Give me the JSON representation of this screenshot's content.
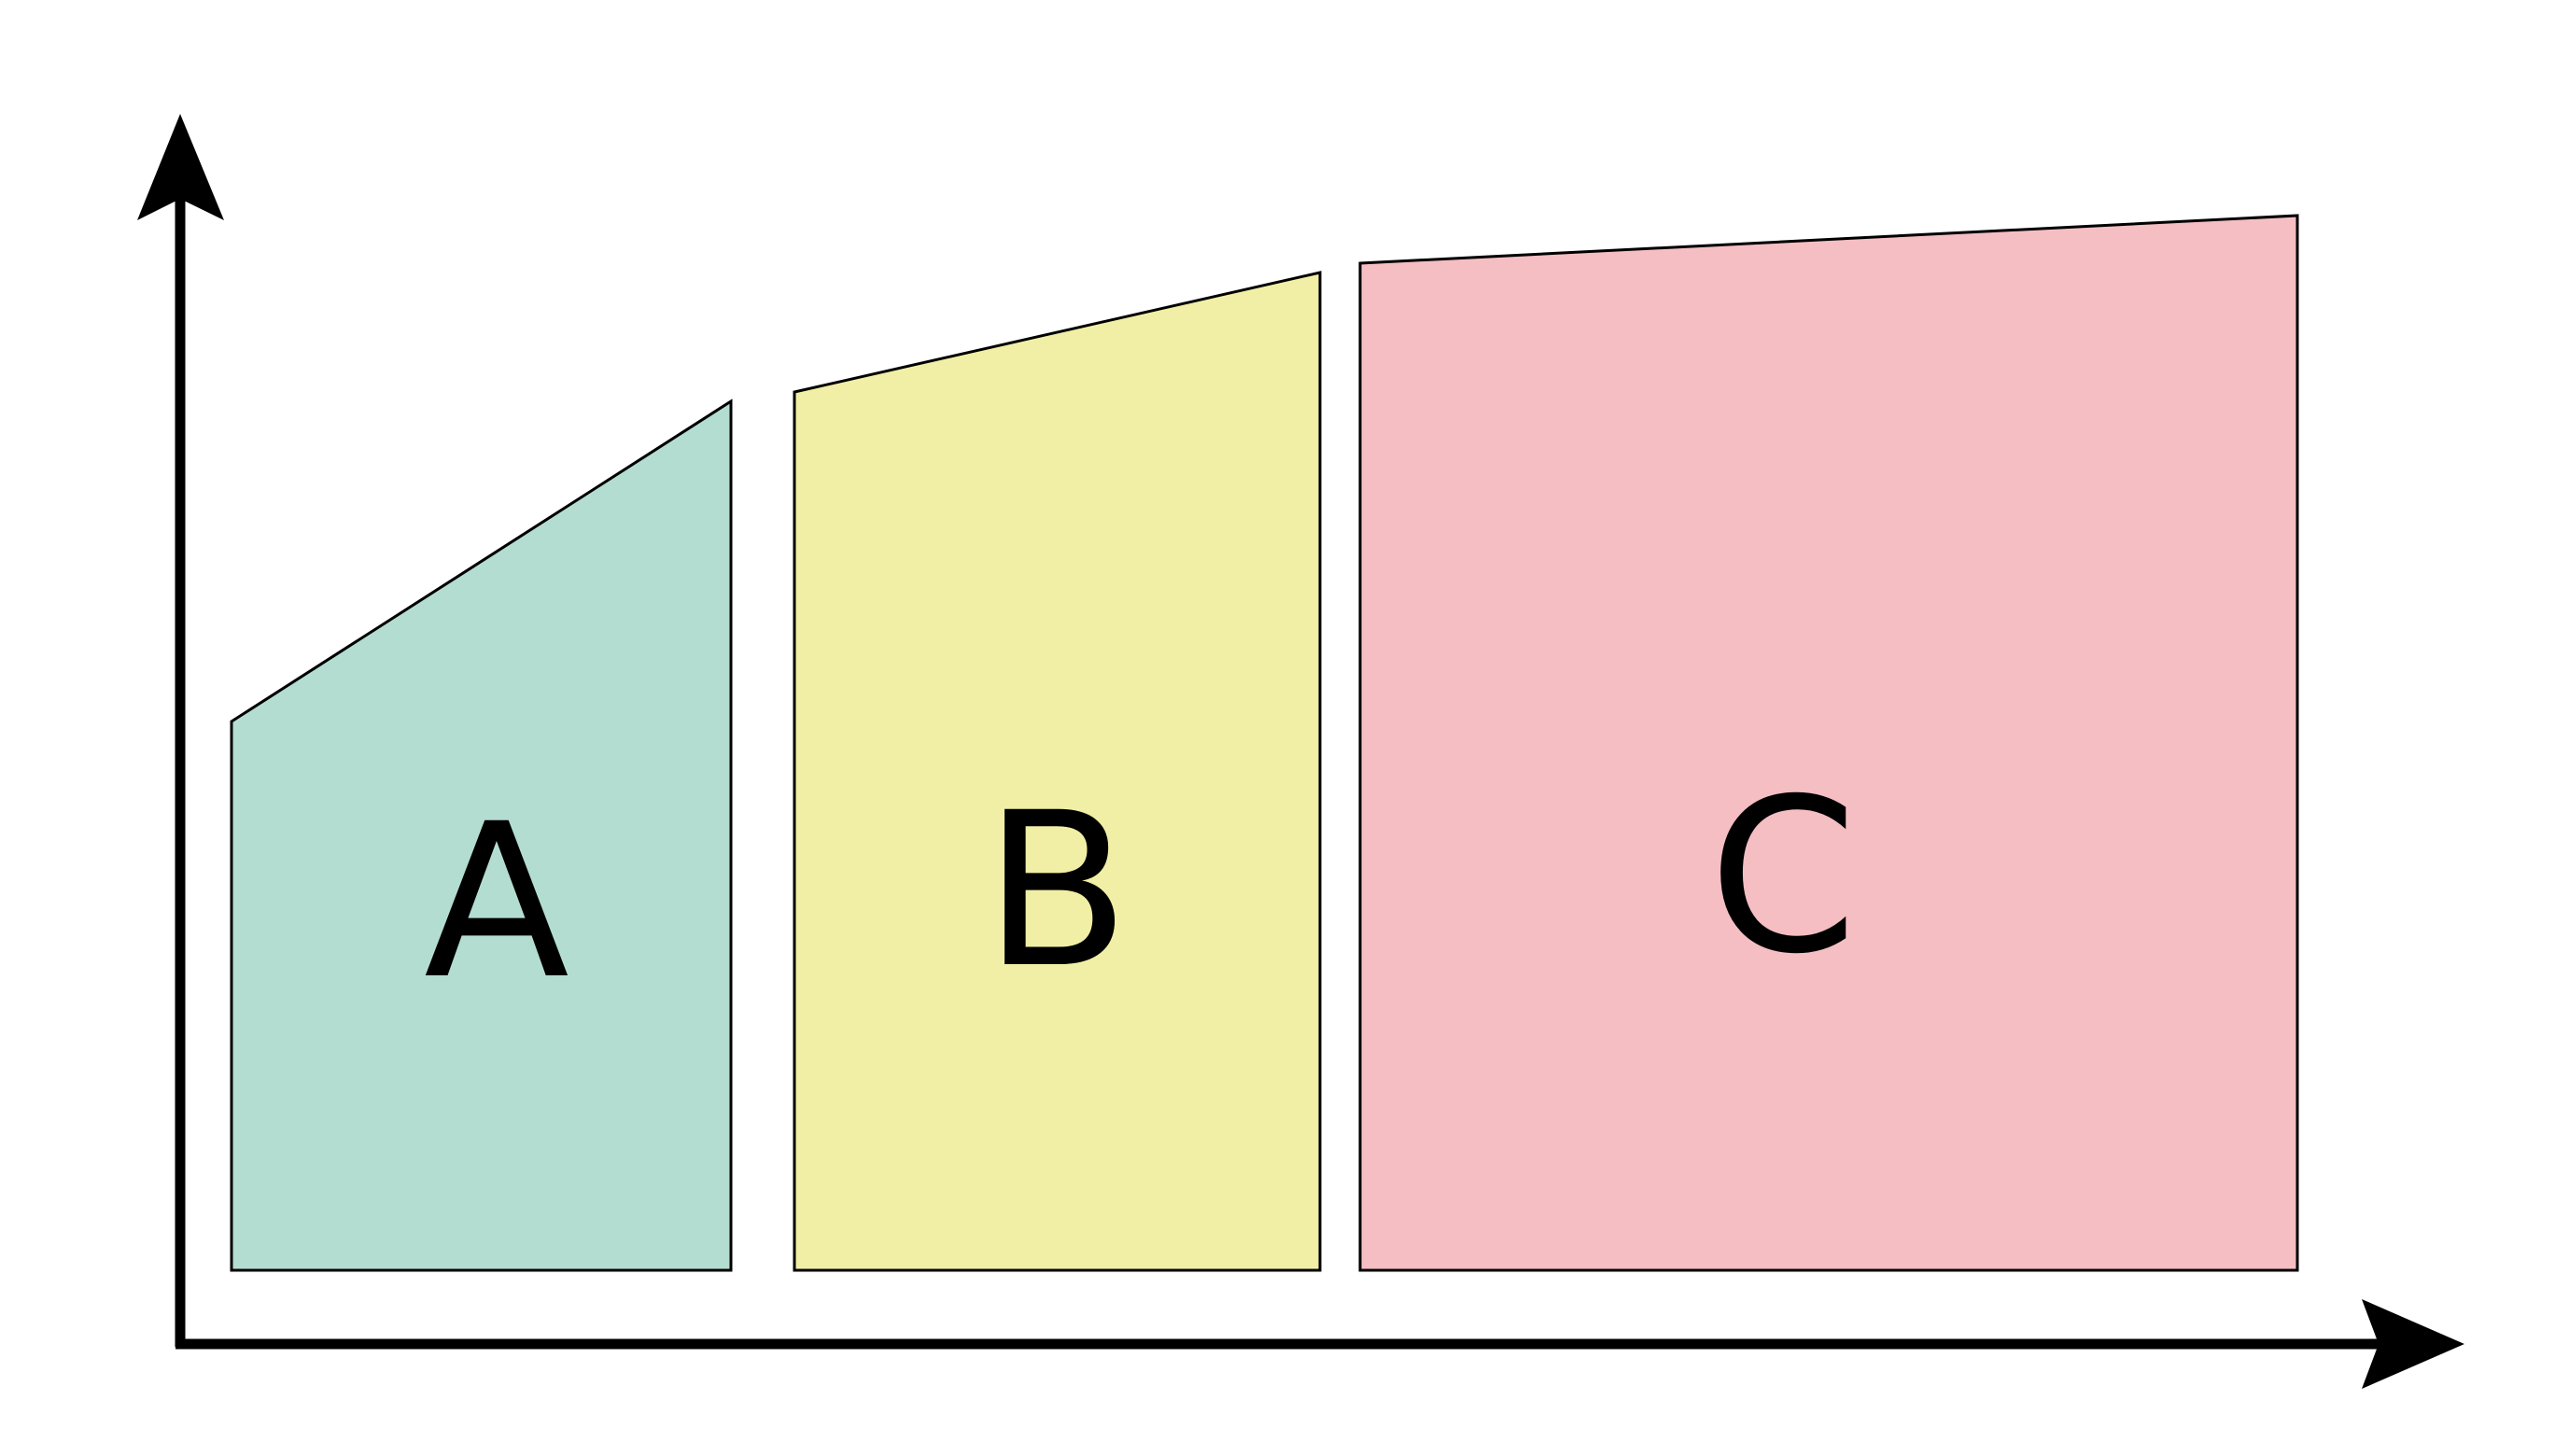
{
  "diagram": {
    "regions": [
      {
        "id": "A",
        "label": "A",
        "fill": "#b4ddd2"
      },
      {
        "id": "B",
        "label": "B",
        "fill": "#f0efa5"
      },
      {
        "id": "C",
        "label": "C",
        "fill": "#f4bec3"
      }
    ],
    "stroke_color": "#000000",
    "axes": {
      "x_label": "",
      "y_label": ""
    }
  }
}
